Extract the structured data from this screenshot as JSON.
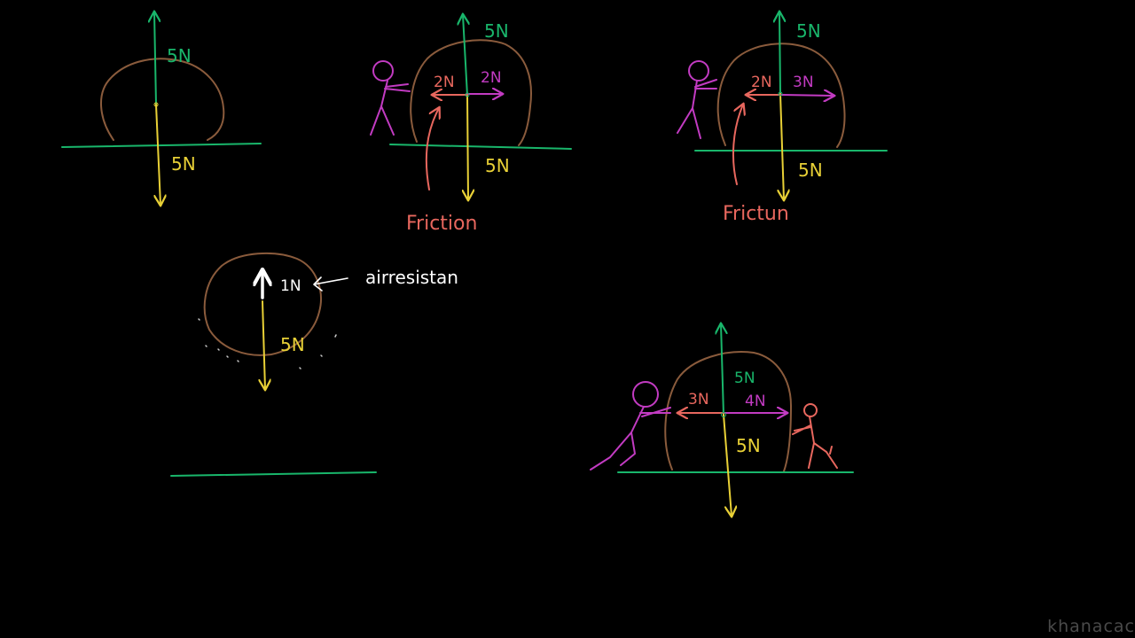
{
  "colors": {
    "normal": "#19b66b",
    "gravity": "#e8d036",
    "push": "#c23bc2",
    "friction": "#e8675e",
    "rock": "#8a5b3c",
    "ground": "#19b66b",
    "air": "#ffffff"
  },
  "panel1": {
    "normal_label": "5N",
    "gravity_label": "5N"
  },
  "panel2": {
    "normal_label": "5N",
    "gravity_label": "5N",
    "friction_label": "2N",
    "push_label": "2N",
    "friction_caption": "Friction"
  },
  "panel3": {
    "normal_label": "5N",
    "gravity_label": "5N",
    "friction_label": "2N",
    "push_label": "3N",
    "friction_caption": "Frictun"
  },
  "panel4": {
    "air_label": "1N",
    "gravity_label": "5N",
    "air_caption": "airresistan"
  },
  "panel5": {
    "normal_label": "5N",
    "gravity_label": "5N",
    "left_label": "3N",
    "right_label": "4N"
  },
  "watermark": "khanacac"
}
